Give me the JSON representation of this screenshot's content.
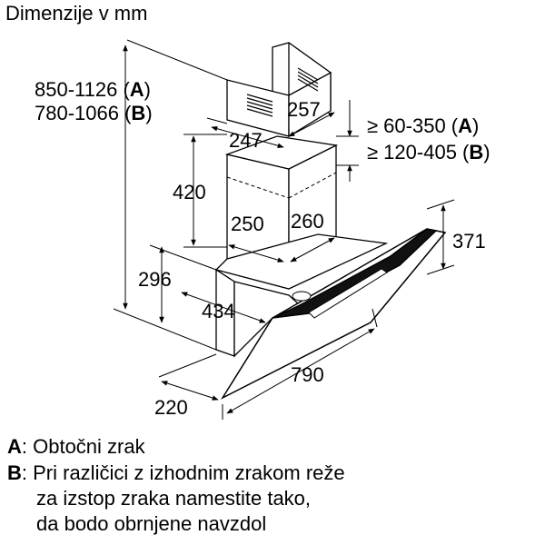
{
  "title": "Dimenzije v mm",
  "dimensions": {
    "total_height_A_value": "850-1126 (",
    "total_height_A_tag": "A",
    "total_height_B_value": "780-1066 (",
    "total_height_B_tag": "B",
    "chimney_width": "257",
    "chimney_depth": "247",
    "clearance_A_value": "≥ 60-350 (",
    "clearance_A_tag": "A",
    "clearance_B_value": "≥ 120-405 (",
    "clearance_B_tag": "B",
    "lower_chimney_height": "420",
    "lower_chimney_depth": "250",
    "lower_chimney_width": "260",
    "hood_body_height": "296",
    "glass_height": "371",
    "hood_depth": "434",
    "hood_width": "790",
    "hood_front_depth": "220",
    "close_paren": ")"
  },
  "legend": {
    "a_tag": "A",
    "a_text": ": Obtočni zrak",
    "b_tag": "B",
    "b_text": ": Pri različici z izhodnim zrakom reže",
    "b_line2": "za izstop zraka namestite tako,",
    "b_line3": "da bodo obrnjene navzdol"
  }
}
